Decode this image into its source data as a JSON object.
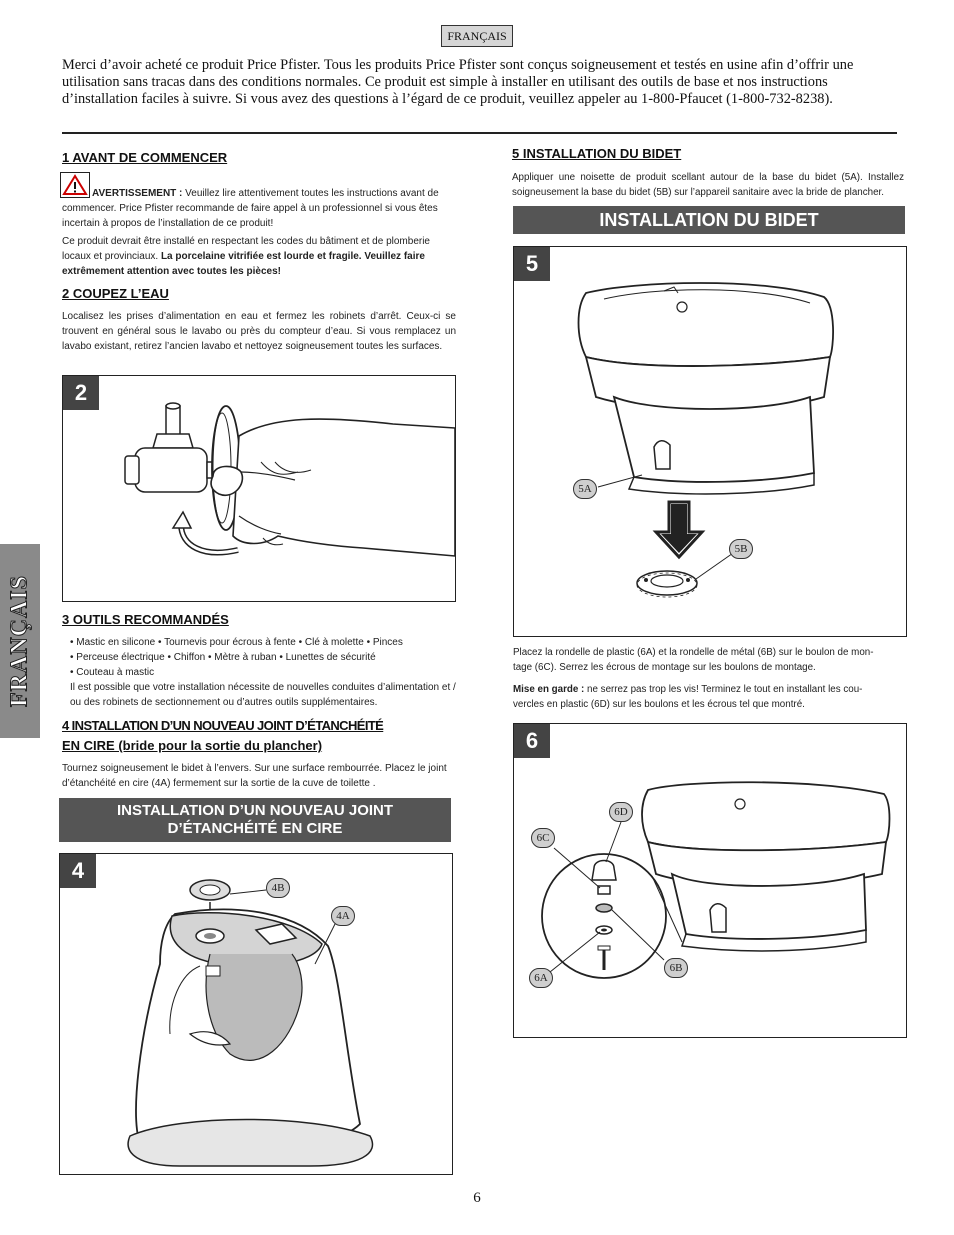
{
  "header": {
    "language_tag": "FRANÇAIS"
  },
  "intro": "Merci d’avoir acheté ce produit Price Pfister. Tous les produits Price Pfister sont conçus soigneusement et testés en usine afin d’offrir une utilisation sans tracas dans des conditions normales. Ce produit est simple à installer en utilisant des outils de base et nos instructions d’installation faciles à suivre. Si vous avez des questions à l’égard de ce produit, veuillez appeler au 1-800-Pfaucet (1-800-732-8238).",
  "side_tab": "FRANÇAIS",
  "section1": {
    "heading": "1 AVANT DE COMMENCER",
    "warning_label": "AVERTISSEMENT :",
    "warning_text": " Veuillez lire attentivement toutes les instructions avant de commencer. Price Pfister recommande de faire appel à un professionnel si vous êtes incertain à propos de l’installation de ce produit!",
    "para2_text": "Ce produit devrait être installé en respectant les codes du bâtiment et de plomberie locaux et provinciaux. ",
    "para2_bold": "La porcelaine vitrifiée est lourde et fragile. Veuillez faire extrêmement attention avec toutes les pièces!"
  },
  "section2": {
    "heading": "2 COUPEZ L’EAU",
    "text": "Localisez les prises d’alimentation en eau et fermez les robinets d’arrêt. Ceux-ci se trouvent en général sous le lavabo ou près du compteur d’eau. Si vous remplacez un lavabo existant, retirez l’ancien lavabo et nettoyez soigneusement toutes les surfaces."
  },
  "figure2": {
    "number": "2"
  },
  "section3": {
    "heading": "3 OUTILS RECOMMANDÉS",
    "lines": [
      "• Mastic en silicone • Tournevis pour écrous à fente • Clé à molette • Pinces",
      "• Perceuse électrique • Chiffon • Mètre à ruban • Lunettes de sécurité",
      "• Couteau à mastic"
    ],
    "note": "Il est possible que votre installation nécessite de nouvelles conduites d’alimentation et / ou des robinets de sectionnement ou d’autres outils supplémentaires."
  },
  "section4": {
    "heading_line1": "4 INSTALLATION D’UN NOUVEAU JOINT D’ÉTANCHÉITÉ",
    "heading_line2": "EN CIRE (bride pour la sortie du plancher)",
    "text": "Tournez soigneusement le bidet à l’envers. Sur une surface rembourrée. Placez le joint d’étanchéité en cire (4A) fermement sur la sortie de la cuve de toilette ."
  },
  "banner4": {
    "line1": "INSTALLATION D’UN NOUVEAU JOINT",
    "line2": "D’ÉTANCHÉITÉ EN CIRE"
  },
  "figure4": {
    "number": "4",
    "callouts": [
      "4B",
      "4A"
    ]
  },
  "section5": {
    "heading": "5  INSTALLATION DU BIDET",
    "text": "Appliquer une noisette de produit scellant autour de la base du bidet (5A). Installez soigneusement la base du bidet (5B) sur l’appareil sanitaire avec la bride de plancher."
  },
  "banner5": "INSTALLATION DU BIDET",
  "figure5": {
    "number": "5",
    "callouts": [
      "5A",
      "5B"
    ]
  },
  "section6": {
    "text_line1": "Placez la rondelle de plastic (6A) et la rondelle de métal (6B) sur le boulon de mon-",
    "text_line2": "tage (6C). Serrez les écrous de montage sur les boulons de montage.",
    "caution_label": "Mise en garde :",
    "caution_line1": " ne serrez pas trop les vis! Terminez le tout en installant les cou-",
    "caution_line2": "vercles en plastic (6D) sur les boulons et les écrous tel que montré."
  },
  "figure6": {
    "number": "6",
    "callouts": [
      "6D",
      "6C",
      "6A",
      "6B"
    ]
  },
  "footer": {
    "page_number": "6"
  }
}
